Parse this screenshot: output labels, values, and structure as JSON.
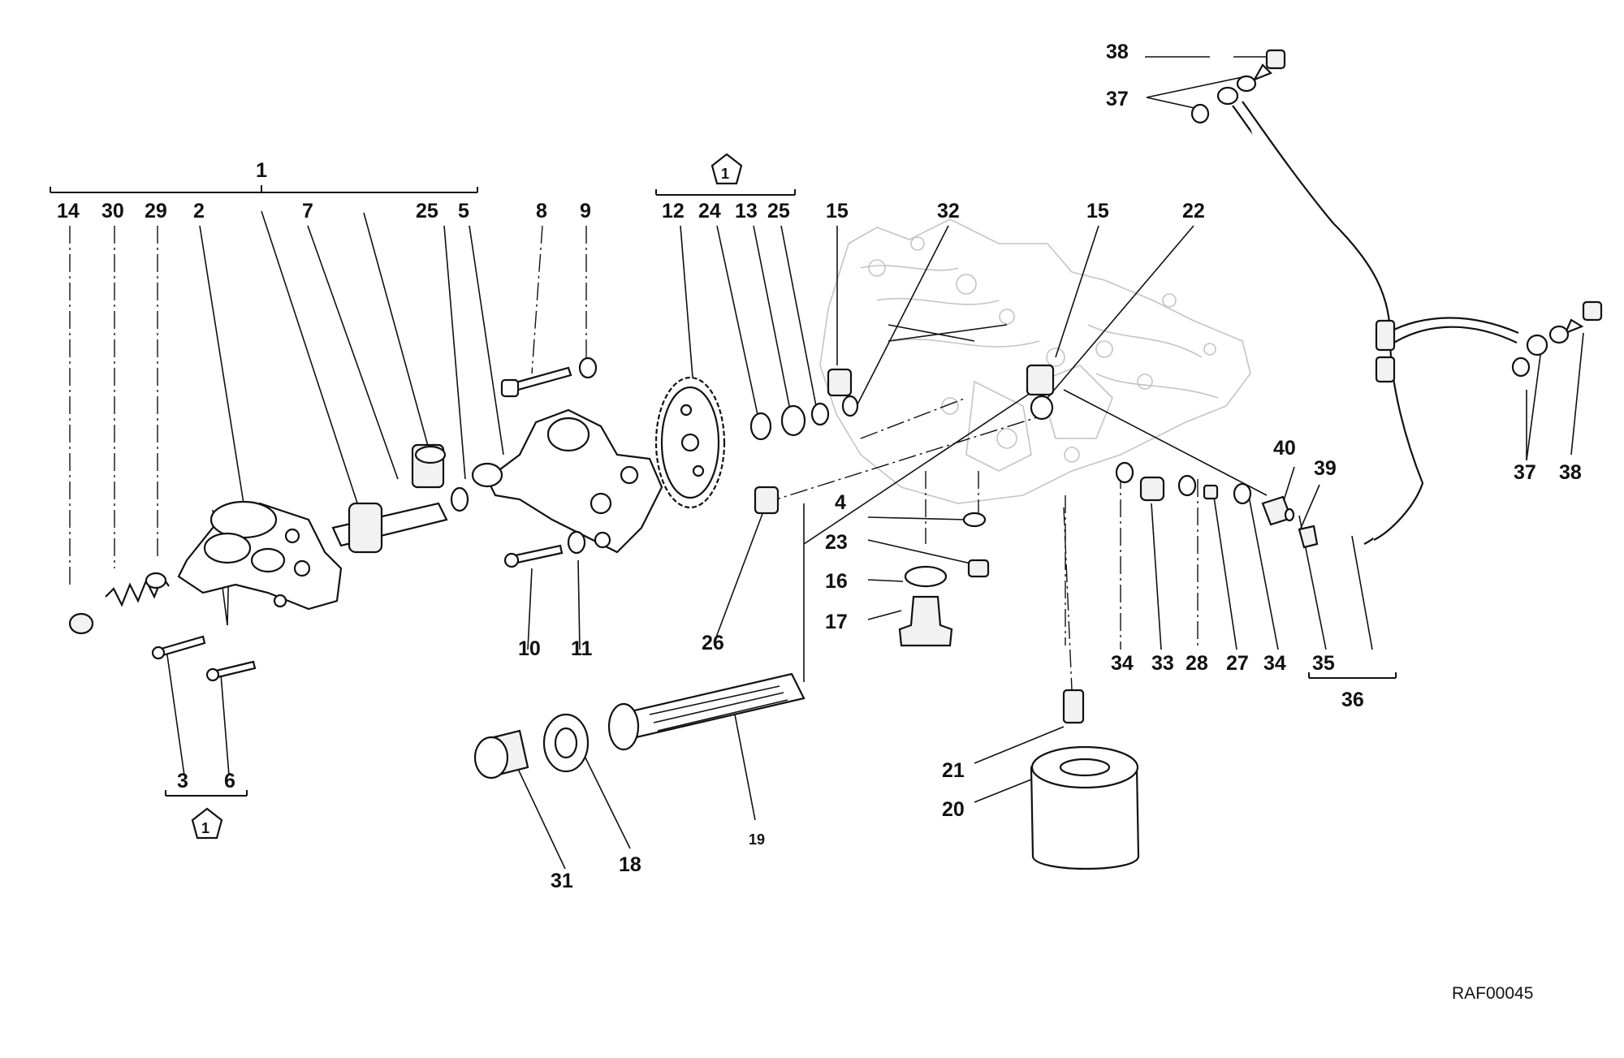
{
  "drawing_code": "RAF00045",
  "group_badge": "1",
  "labels": {
    "n1_top": "1",
    "n14": "14",
    "n30": "30",
    "n29": "29",
    "n2": "2",
    "n7": "7",
    "n25_a": "25",
    "n5": "5",
    "n8": "8",
    "n9": "9",
    "n12": "12",
    "n24": "24",
    "n13": "13",
    "n25_b": "25",
    "n15_a": "15",
    "n32": "32",
    "n15_b": "15",
    "n22": "22",
    "n38_a": "38",
    "n37_a": "37",
    "n37_b": "37",
    "n38_b": "38",
    "n40": "40",
    "n39": "39",
    "n4": "4",
    "n23": "23",
    "n16": "16",
    "n17": "17",
    "n10": "10",
    "n11": "11",
    "n26": "26",
    "n34_a": "34",
    "n33": "33",
    "n28": "28",
    "n27": "27",
    "n34_b": "34",
    "n35": "35",
    "n36": "36",
    "n21": "21",
    "n20": "20",
    "n3": "3",
    "n6": "6",
    "n31": "31",
    "n18": "18",
    "n19": "19"
  },
  "icons": {
    "group_badge_icon": "pentagon-icon",
    "parts": [
      "oil-pump-body-icon",
      "oil-pump-cover-icon",
      "pump-gear-icon",
      "pump-shaft-icon",
      "drive-gear-icon",
      "oil-strainer-icon",
      "oil-filter-icon",
      "crankcase-icon",
      "oil-hose-icon",
      "bolt-icon",
      "washer-icon",
      "spring-icon"
    ]
  }
}
